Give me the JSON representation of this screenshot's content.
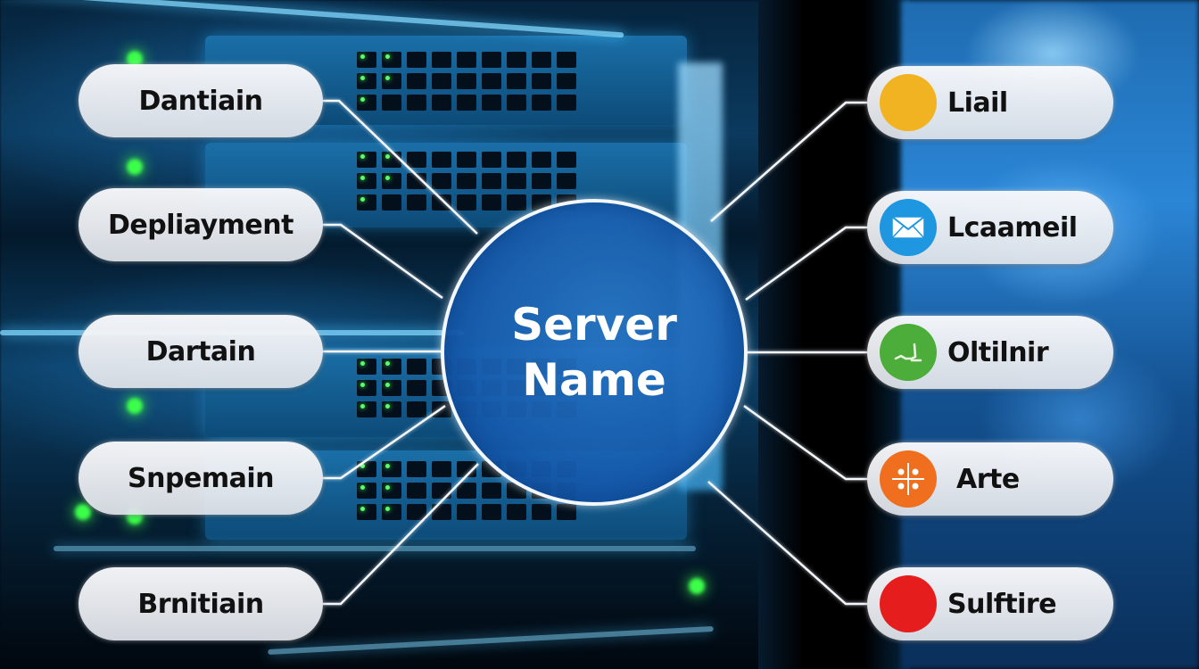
{
  "hub": {
    "line1": "Server",
    "line2": "Name",
    "fill_color": "#1a5cab"
  },
  "left_nodes": [
    {
      "label": "Dantiain"
    },
    {
      "label": "Depliayment"
    },
    {
      "label": "Dartain"
    },
    {
      "label": "Snpemain"
    },
    {
      "label": "Brnitiain"
    }
  ],
  "right_nodes": [
    {
      "label": "Liail",
      "icon": "circle-icon",
      "icon_color": "#f2b322"
    },
    {
      "label": "Lcaameil",
      "icon": "envelope-icon",
      "icon_color": "#1e96e0"
    },
    {
      "label": "Oltilnir",
      "icon": "chart-line-icon",
      "icon_color": "#4cad3a"
    },
    {
      "label": "Arte",
      "icon": "crosshair-icon",
      "icon_color": "#ef6f1e"
    },
    {
      "label": "Sulftire",
      "icon": "circle-icon",
      "icon_color": "#e51d1d"
    }
  ]
}
